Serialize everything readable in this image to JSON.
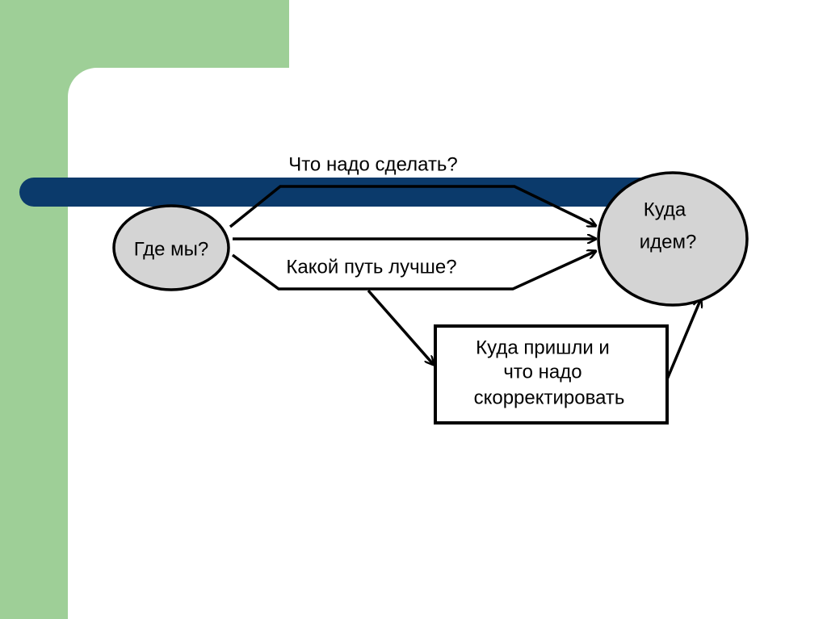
{
  "diagram": {
    "start_node": {
      "label": "Где мы?"
    },
    "end_node": {
      "line1": "Куда",
      "line2": "идем?"
    },
    "upper_path": {
      "label": "Что надо сделать?"
    },
    "lower_path": {
      "label": "Какой путь лучше?"
    },
    "correction_box": {
      "line1": "Куда пришли и",
      "line2": "что надо",
      "line3": "скорректировать"
    }
  },
  "colors": {
    "side_panel": "#9ecf97",
    "accent_bar": "#0b3a6b",
    "node_fill": "#d4d4d4",
    "stroke": "#000000"
  }
}
